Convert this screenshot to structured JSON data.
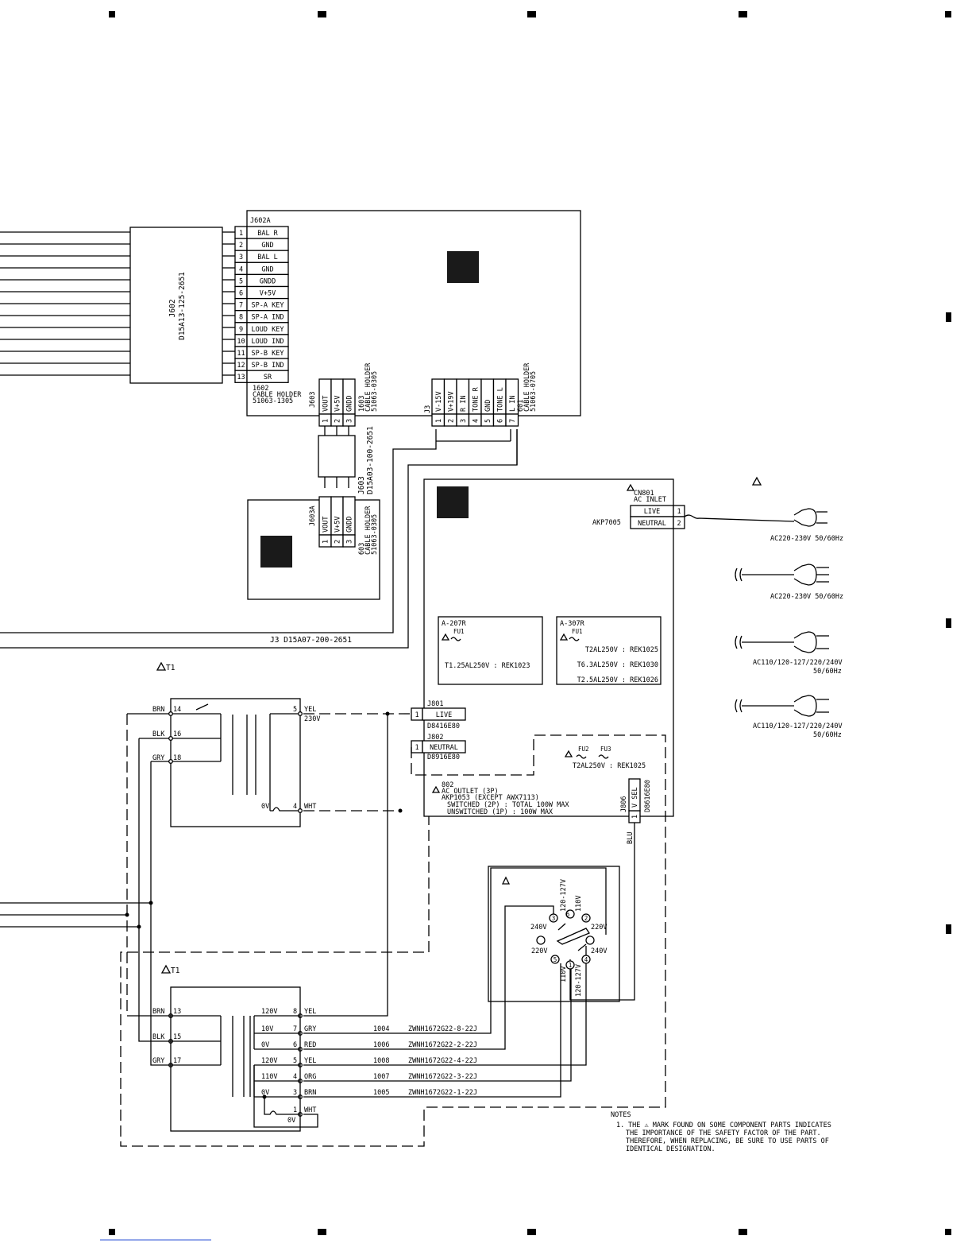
{
  "connector_j602a": {
    "title": "J602A",
    "pins": [
      {
        "num": "1",
        "label": "BAL R"
      },
      {
        "num": "2",
        "label": "GND"
      },
      {
        "num": "3",
        "label": "BAL L"
      },
      {
        "num": "4",
        "label": "GND"
      },
      {
        "num": "5",
        "label": "GNDD"
      },
      {
        "num": "6",
        "label": "V+5V"
      },
      {
        "num": "7",
        "label": "SP-A KEY"
      },
      {
        "num": "8",
        "label": "SP-A IND"
      },
      {
        "num": "9",
        "label": "LOUD KEY"
      },
      {
        "num": "10",
        "label": "LOUD IND"
      },
      {
        "num": "11",
        "label": "SP-B KEY"
      },
      {
        "num": "12",
        "label": "SP-B IND"
      },
      {
        "num": "13",
        "label": "SR"
      }
    ],
    "holder_lines": [
      "1602",
      "CABLE HOLDER",
      "51063-1305"
    ]
  },
  "cable_j602": {
    "lines": [
      "J602",
      "D15A13-125-2651"
    ]
  },
  "connector_j603": {
    "title": "J603",
    "pins": [
      {
        "num": "1",
        "label": "VOUT"
      },
      {
        "num": "2",
        "label": "V+5V"
      },
      {
        "num": "3",
        "label": "GNDD"
      }
    ],
    "holder_lines": [
      "1603",
      "CABLE HOLDER",
      "51063-0305"
    ]
  },
  "cable_j603": {
    "lines": [
      "J603",
      "D15A03-100-2651"
    ]
  },
  "connector_j603a": {
    "title": "J603A",
    "pins": [
      {
        "num": "1",
        "label": "VOUT"
      },
      {
        "num": "2",
        "label": "V+5V"
      },
      {
        "num": "3",
        "label": "GNDD"
      }
    ],
    "holder_lines": [
      "603",
      "CABLE HOLDER",
      "51063-0305"
    ]
  },
  "connector_j3": {
    "title": "J3",
    "pins": [
      {
        "num": "1",
        "label": "V-15V"
      },
      {
        "num": "2",
        "label": "V+19V"
      },
      {
        "num": "3",
        "label": "R IN"
      },
      {
        "num": "4",
        "label": "TONE R"
      },
      {
        "num": "5",
        "label": "GND"
      },
      {
        "num": "6",
        "label": "TONE L"
      },
      {
        "num": "7",
        "label": "L IN"
      }
    ],
    "holder_lines": [
      "601",
      "CABLE HOLDER",
      "51063-0705"
    ]
  },
  "cable_j3": {
    "label": "J3 D15A07-200-2651"
  },
  "inlet": {
    "lines": [
      "CN801",
      "AC INLET"
    ],
    "part": "AKP7005",
    "pins": [
      {
        "num": "1",
        "label": "LIVE"
      },
      {
        "num": "2",
        "label": "NEUTRAL"
      }
    ]
  },
  "plugs": [
    {
      "lines": [
        "AC220-230V 50/60Hz"
      ]
    },
    {
      "lines": [
        "AC220-230V 50/60Hz"
      ]
    },
    {
      "lines": [
        "AC110/120-127/220/240V",
        "50/60Hz"
      ]
    },
    {
      "lines": [
        "AC110/120-127/220/240V",
        "50/60Hz"
      ]
    }
  ],
  "fuse_a207r": {
    "title": "A-207R",
    "fuse": "FU1",
    "rows": [
      "T1.25AL250V : REK1023"
    ]
  },
  "fuse_a307r": {
    "title": "A-307R",
    "fuse": "FU1",
    "rows": [
      "T2AL250V : REK1025",
      "T6.3AL250V : REK1030",
      "T2.5AL250V : REK1026"
    ]
  },
  "fuse_fu2_fu3": {
    "fuses": [
      "FU2",
      "FU3"
    ],
    "rating": "T2AL250V : REK1025"
  },
  "j801": {
    "title": "J801",
    "pin": "1",
    "label": "LIVE",
    "part": "D8416E80"
  },
  "j802": {
    "title": "J802",
    "pin": "1",
    "label": "NEUTRAL",
    "part": "D8916E80"
  },
  "outlet": {
    "title": "802",
    "lines": [
      "AC OUTLET (3P)",
      "AKP1053 (EXCEPT AWX7113)",
      "SWITCHED (2P)    : TOTAL 100W MAX",
      "UNSWITCHED (1P)  : 100W MAX"
    ]
  },
  "j806": {
    "title": "J806",
    "part": "D8616E80",
    "pin": "1",
    "label": "V SEL",
    "wire": "BLU"
  },
  "t1_upper": {
    "title": "T1",
    "primary": [
      {
        "color": "BRN",
        "pin": "14"
      },
      {
        "color": "BLK",
        "pin": "16"
      },
      {
        "color": "GRY",
        "pin": "18"
      }
    ],
    "secondary": [
      {
        "pin": "5",
        "color": "YEL",
        "voltage": "230V"
      },
      {
        "pin": "4",
        "color": "WHT",
        "voltage": "0V"
      }
    ]
  },
  "t1_lower": {
    "title": "T1",
    "primary": [
      {
        "color": "BRN",
        "pin": "13"
      },
      {
        "color": "BLK",
        "pin": "15"
      },
      {
        "color": "GRY",
        "pin": "17"
      }
    ],
    "taps": [
      {
        "voltage": "120V",
        "pin": "8",
        "color": "YEL",
        "ref": "",
        "part": ""
      },
      {
        "voltage": "10V",
        "pin": "7",
        "color": "GRY",
        "ref": "1004",
        "part": "ZWNH1672G22-8-22J"
      },
      {
        "voltage": "0V",
        "pin": "6",
        "color": "RED",
        "ref": "1006",
        "part": "ZWNH1672G22-2-22J"
      },
      {
        "voltage": "120V",
        "pin": "5",
        "color": "YEL",
        "ref": "1008",
        "part": "ZWNH1672G22-4-22J"
      },
      {
        "voltage": "110V",
        "pin": "4",
        "color": "ORG",
        "ref": "1007",
        "part": "ZWNH1672G22-3-22J"
      },
      {
        "voltage": "0V",
        "pin": "3",
        "color": "BRN",
        "ref": "1005",
        "part": "ZWNH1672G22-1-22J"
      },
      {
        "voltage": "0V",
        "pin": "1",
        "color": "WHT",
        "ref": "",
        "part": ""
      }
    ]
  },
  "voltage_selector": {
    "labels": [
      "120-127V",
      "110V",
      "240V",
      "220V",
      "220V",
      "240V",
      "110V",
      "120-127V"
    ],
    "pins": [
      "1",
      "2",
      "3",
      "4",
      "5",
      "6"
    ]
  },
  "notes": {
    "title": "NOTES",
    "item_num": "1.",
    "lines": [
      "THE ⚠ MARK FOUND ON SOME COMPONENT PARTS INDICATES",
      "THE IMPORTANCE OF THE SAFETY FACTOR OF THE PART.",
      "THEREFORE, WHEN REPLACING, BE SURE TO USE PARTS OF",
      "IDENTICAL DESIGNATION."
    ]
  }
}
